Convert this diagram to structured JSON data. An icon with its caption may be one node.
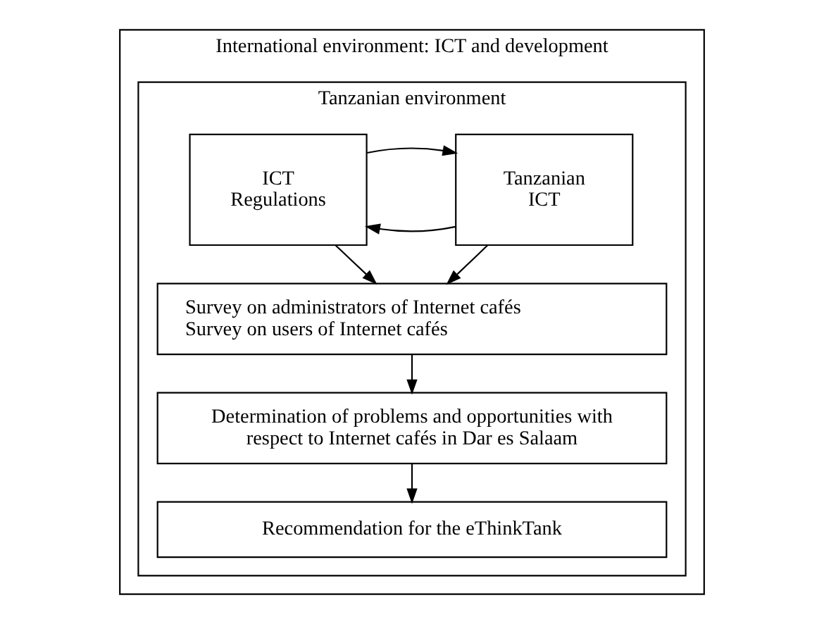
{
  "diagram": {
    "nodes": [
      {
        "text": [
          "International environment: ICT and development"
        ]
      },
      {
        "text": [
          "Tanzanian environment"
        ],
        "in": 0
      },
      {
        "text": [
          "Tanzanian ICT"
        ],
        "in": 1
      },
      {
        "text": [
          "ICT Regulations"
        ],
        "in": 1
      },
      {
        "text": [
          "Survey on administrators of Internet cafés",
          "Survey on users of Internet cafés"
        ],
        "in": 1
      },
      {
        "text": [
          "Determination of problems and opportunities with respect to Internet cafés in Dar es Salaam"
        ],
        "in": 1
      },
      {
        "text": [
          "Recommendation for the eThinkTank"
        ],
        "in": 1
      }
    ],
    "edges": [
      {
        "from": 2,
        "to": 3,
        "arrow": "to"
      },
      {
        "from": 3,
        "to": 2,
        "arrow": "to"
      },
      {
        "from": 2,
        "to": 4,
        "arrow": "to"
      },
      {
        "from": 3,
        "to": 4,
        "arrow": "to"
      },
      {
        "from": 4,
        "to": 5,
        "arrow": "to"
      },
      {
        "from": 5,
        "to": 6,
        "arrow": "to"
      }
    ]
  }
}
